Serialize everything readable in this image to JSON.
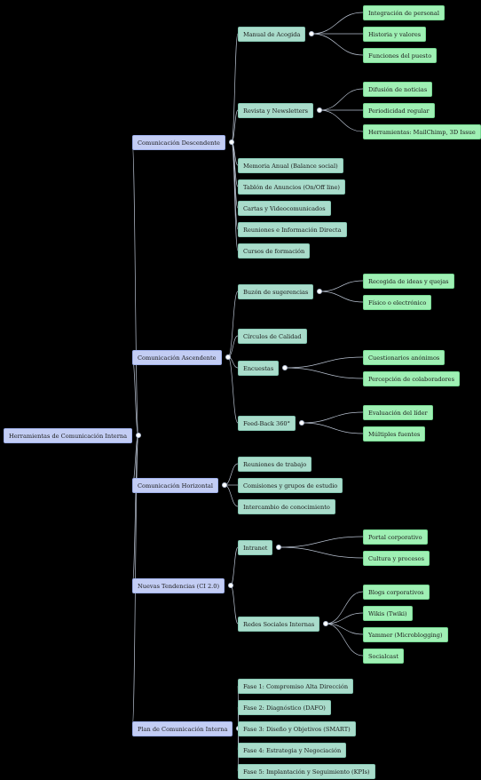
{
  "mindmap": {
    "root": "Herramientas de Comunicación Interna",
    "branches": [
      {
        "label": "Comunicación Descendente",
        "children": [
          {
            "label": "Manual de Acogida",
            "children": [
              "Integración de personal",
              "Historia y valores",
              "Funciones del puesto"
            ]
          },
          {
            "label": "Revista y Newsletters",
            "children": [
              "Difusión de noticias",
              "Periodicidad regular",
              "Herramientas: MailChimp, 3D Issue"
            ]
          },
          {
            "label": "Memoria Anual (Balance social)",
            "children": []
          },
          {
            "label": "Tablón de Anuncios (On/Off line)",
            "children": []
          },
          {
            "label": "Cartas y Videocomunicados",
            "children": []
          },
          {
            "label": "Reuniones e Información Directa",
            "children": []
          },
          {
            "label": "Cursos de formación",
            "children": []
          }
        ]
      },
      {
        "label": "Comunicación Ascendente",
        "children": [
          {
            "label": "Buzón de sugerencias",
            "children": [
              "Recogida de ideas y quejas",
              "Físico o electrónico"
            ]
          },
          {
            "label": "Círculos de Calidad",
            "children": []
          },
          {
            "label": "Encuestas",
            "children": [
              "Cuestionarios anónimos",
              "Percepción de colaboradores"
            ]
          },
          {
            "label": "Feed-Back 360°",
            "children": [
              "Evaluación del líder",
              "Múltiples fuentes"
            ]
          }
        ]
      },
      {
        "label": "Comunicación Horizontal",
        "children": [
          {
            "label": "Reuniones de trabajo",
            "children": []
          },
          {
            "label": "Comisiones y grupos de estudio",
            "children": []
          },
          {
            "label": "Intercambio de conocimiento",
            "children": []
          }
        ]
      },
      {
        "label": "Nuevas Tendencias (CI 2.0)",
        "children": [
          {
            "label": "Intranet",
            "children": [
              "Portal corporativo",
              "Cultura y procesos"
            ]
          },
          {
            "label": "Redes Sociales Internas",
            "children": [
              "Blogs corporativos",
              "Wikis (Twiki)",
              "Yammer (Microblogging)",
              "Socialcast"
            ]
          }
        ]
      },
      {
        "label": "Plan de Comunicación Interna",
        "children": [
          {
            "label": "Fase 1: Compromiso Alta Dirección",
            "children": []
          },
          {
            "label": "Fase 2: Diagnóstico (DAFO)",
            "children": []
          },
          {
            "label": "Fase 3: Diseño y Objetivos (SMART)",
            "children": []
          },
          {
            "label": "Fase 4: Estrategia y Negociación",
            "children": []
          },
          {
            "label": "Fase 5: Implantación y Seguimiento (KPIs)",
            "children": []
          }
        ]
      }
    ]
  }
}
